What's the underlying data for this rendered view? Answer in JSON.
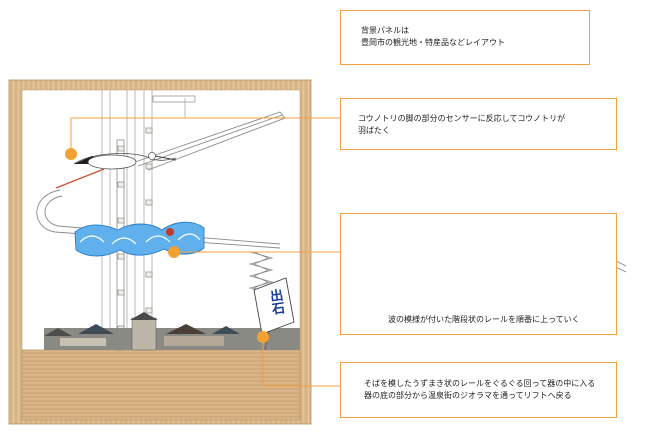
{
  "callouts": {
    "background_panel": [
      "背景パネルは",
      "豊岡市の観光地・特産品などレイアウト"
    ],
    "stork_sensor": [
      "コウノトリの脚の部分のセンサーに反応してコウノトリが",
      "羽ばたく"
    ],
    "wave_rail": [
      "波の模様が付いた階段状のレールを順番に上っていく"
    ],
    "soba_rail": [
      "そばを模したうずまき状のレールをぐるぐる回って器の中に入る",
      "器の底の部分から温泉街のジオラマを通ってリフトへ戻る"
    ]
  },
  "sign": {
    "text": "出石"
  },
  "colors": {
    "frame_wood": "#d9b98a",
    "base_wood": "#d7b183",
    "leader_line": "#f0a040",
    "leader_dot": "#f2a132",
    "wave_blue": "#2f8fd8",
    "rotation_arrow": "#d94a3a",
    "ink_blue": "#1a3a9a"
  },
  "icons": [
    "stork-icon",
    "wave-rail-icon",
    "soba-spiral-icon",
    "town-diorama-icon",
    "rotation-arrow-icon"
  ]
}
